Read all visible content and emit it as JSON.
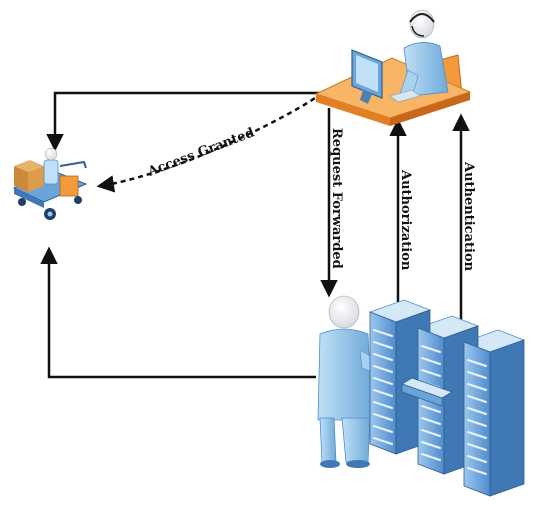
{
  "labels": {
    "access_granted": "Access Granted",
    "request_forwarded": "Request Forwarded",
    "authorization": "Authorization",
    "authentication": "Authentication"
  },
  "icons": {
    "support_agent": "support-agent-icon",
    "client": "client-cart-icon",
    "user": "user-person-icon",
    "servers": "server-rack-icon"
  },
  "colors": {
    "line": "#111111",
    "desk": "#f5a44a",
    "server_blue": "#6aa4d8",
    "person_blue": "#8ec4ea"
  }
}
